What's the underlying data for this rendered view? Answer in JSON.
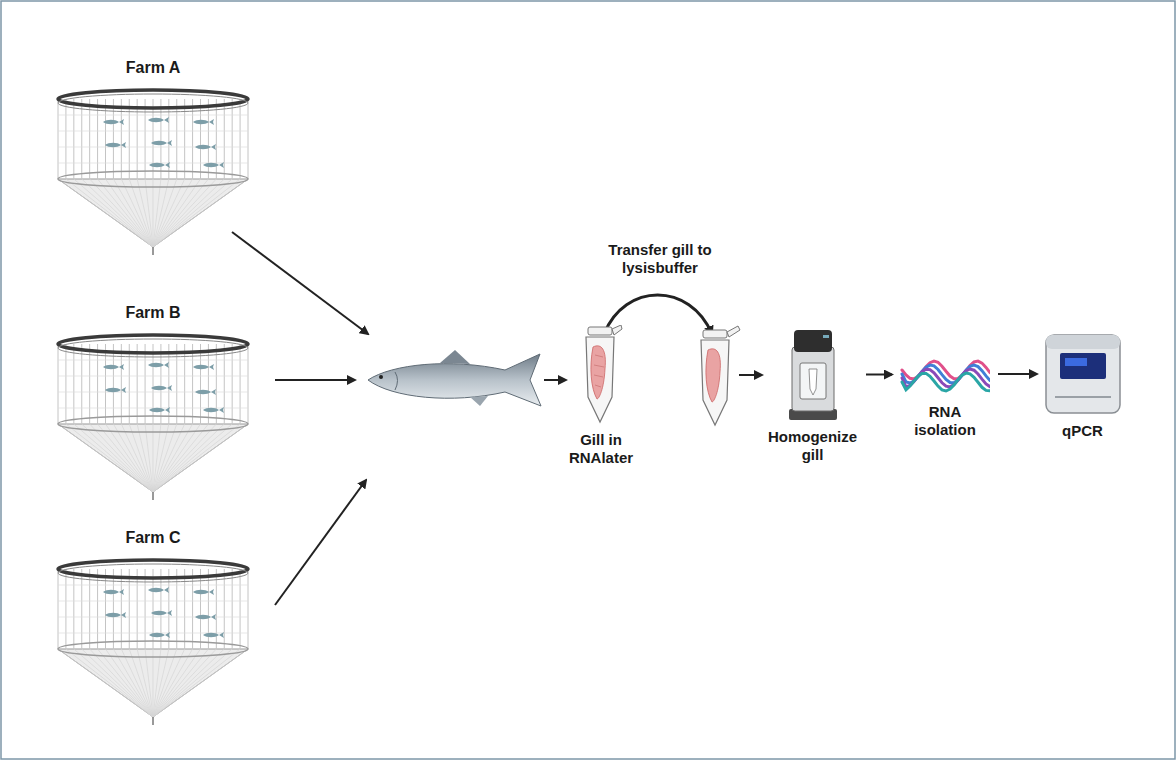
{
  "diagram": {
    "nodes": [
      {
        "text": [
          "Farm A"
        ]
      },
      {
        "text": [
          "Farm B"
        ]
      },
      {
        "text": [
          "Farm C"
        ]
      },
      {
        "text": [
          "Gill in RNAlater"
        ]
      },
      {
        "text": [
          "Homogenize gill"
        ]
      },
      {
        "text": [
          "RNA isolation"
        ]
      },
      {
        "text": [
          "qPCR"
        ]
      }
    ],
    "edges": [
      {
        "from": 4,
        "to": 5,
        "arrow": "to"
      },
      {
        "from": 5,
        "to": 6,
        "arrow": "to"
      }
    ],
    "labels": [
      "Transfer gill to lysisbuffer"
    ]
  }
}
